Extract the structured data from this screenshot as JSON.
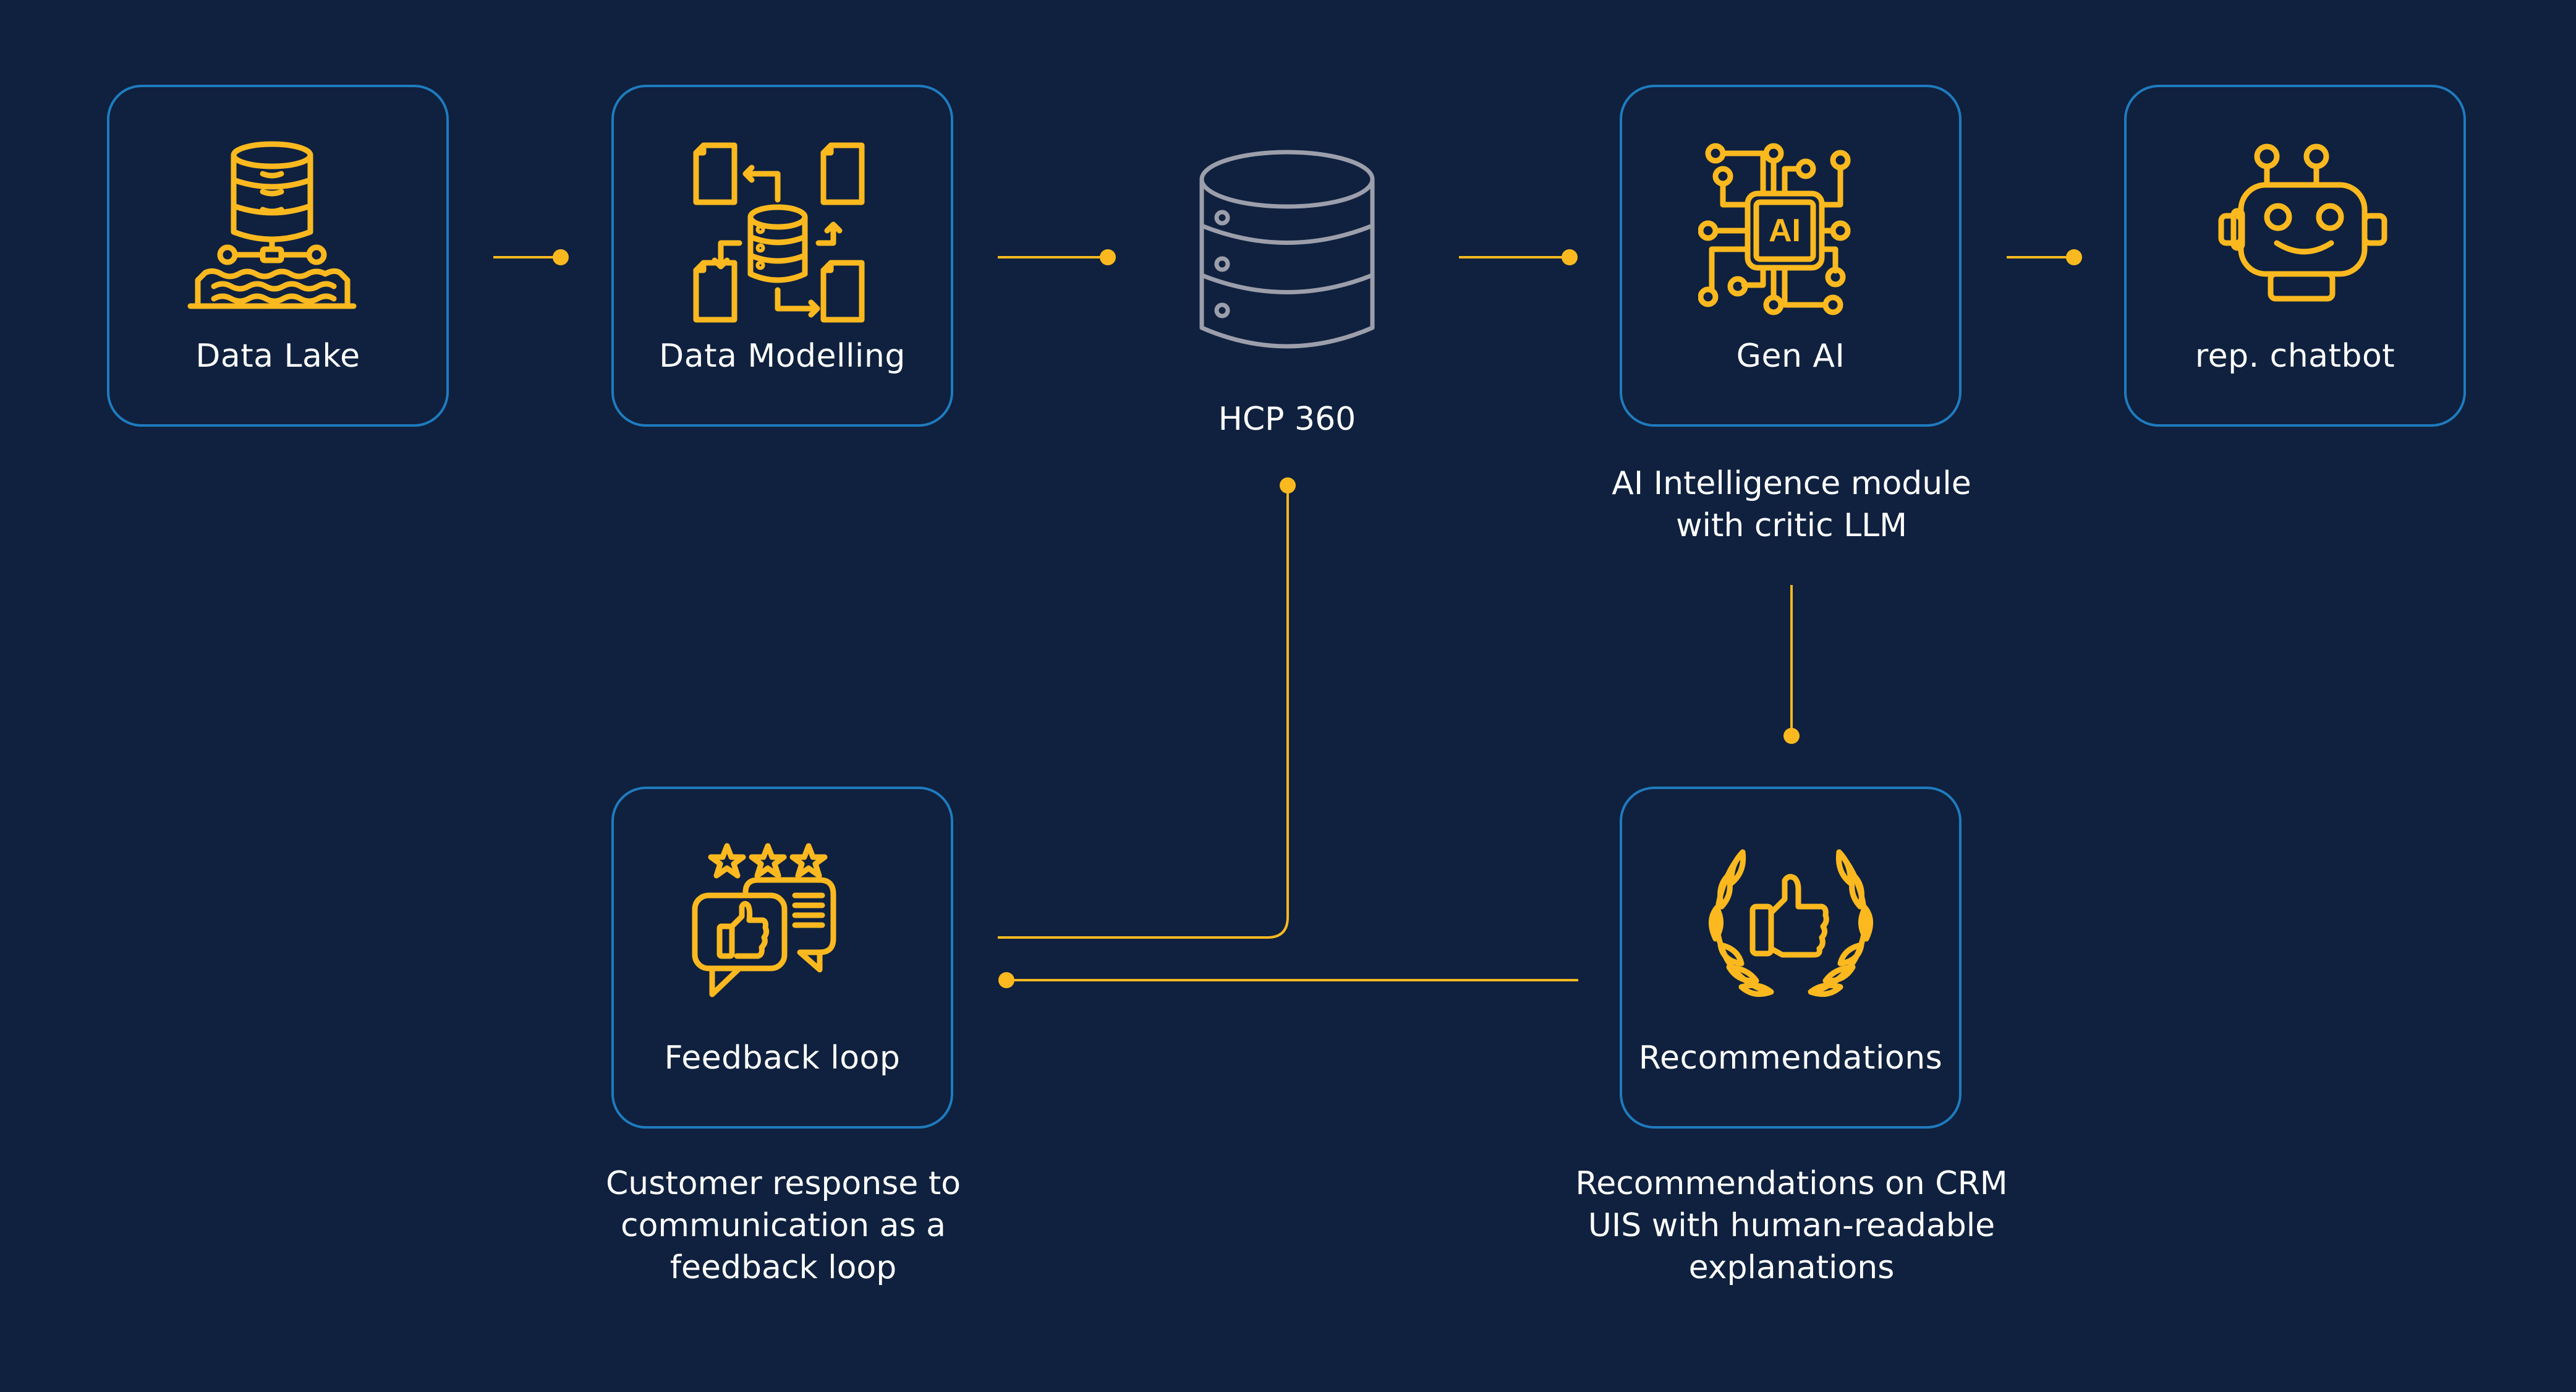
{
  "colors": {
    "background": "#0f213e",
    "box_border": "#1f7bbf",
    "accent": "#fbb91f",
    "hcp_icon": "#9c9fab",
    "text": "#ffffff"
  },
  "nodes": {
    "data_lake": {
      "label": "Data Lake",
      "icon": "data-lake-icon"
    },
    "data_modelling": {
      "label": "Data Modelling",
      "icon": "data-modelling-icon"
    },
    "hcp360": {
      "label": "HCP 360",
      "icon": "database-icon"
    },
    "gen_ai": {
      "label": "Gen AI",
      "icon": "ai-chip-icon",
      "chip_text": "AI"
    },
    "chatbot": {
      "label": "rep. chatbot",
      "icon": "robot-icon"
    },
    "feedback": {
      "label": "Feedback loop",
      "icon": "feedback-rating-icon"
    },
    "recommendations": {
      "label": "Recommendations",
      "icon": "thumbs-up-laurel-icon"
    }
  },
  "captions": {
    "gen_ai": [
      "AI Intelligence module",
      "with critic LLM"
    ],
    "feedback": [
      "Customer response to",
      "communication as a",
      "feedback loop"
    ],
    "recommendations": [
      "Recommendations on CRM",
      "UIS with human-readable",
      "explanations"
    ]
  },
  "edges": [
    {
      "from": "Data Lake",
      "to": "Data Modelling"
    },
    {
      "from": "Data Modelling",
      "to": "HCP 360"
    },
    {
      "from": "HCP 360",
      "to": "Gen AI"
    },
    {
      "from": "Gen AI",
      "to": "rep. chatbot"
    },
    {
      "from": "Gen AI",
      "to": "Recommendations"
    },
    {
      "from": "Recommendations",
      "to": "Feedback loop"
    },
    {
      "from": "Feedback loop",
      "to": "HCP 360"
    }
  ]
}
